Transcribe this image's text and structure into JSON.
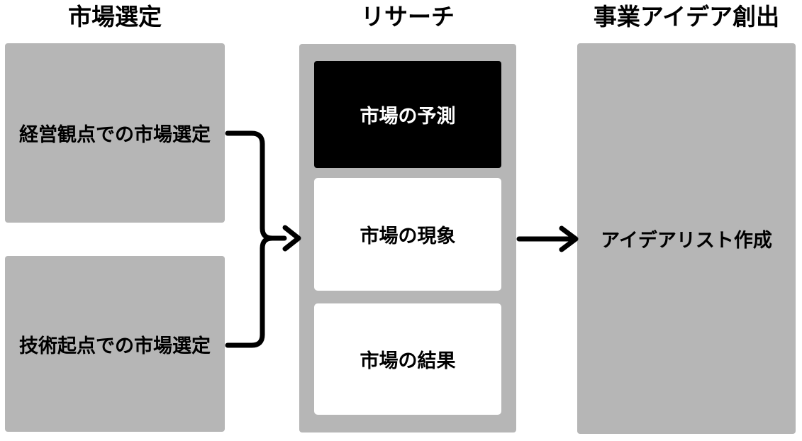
{
  "colors": {
    "background": "#ffffff",
    "box_gray": "#b6b6b6",
    "box_black": "#000000",
    "box_white": "#ffffff",
    "text_dark": "#000000",
    "text_light": "#ffffff",
    "arrow": "#000000"
  },
  "columns": {
    "market_selection": {
      "header": "市場選定",
      "boxes": [
        {
          "label": "経営観点での市場選定"
        },
        {
          "label": "技術起点での市場選定"
        }
      ]
    },
    "research": {
      "header": "リサーチ",
      "boxes": [
        {
          "label": "市場の予測",
          "variant": "black"
        },
        {
          "label": "市場の現象",
          "variant": "white"
        },
        {
          "label": "市場の結果",
          "variant": "white"
        }
      ]
    },
    "idea_creation": {
      "header": "事業アイデア創出",
      "boxes": [
        {
          "label": "アイデアリスト作成"
        }
      ]
    }
  }
}
